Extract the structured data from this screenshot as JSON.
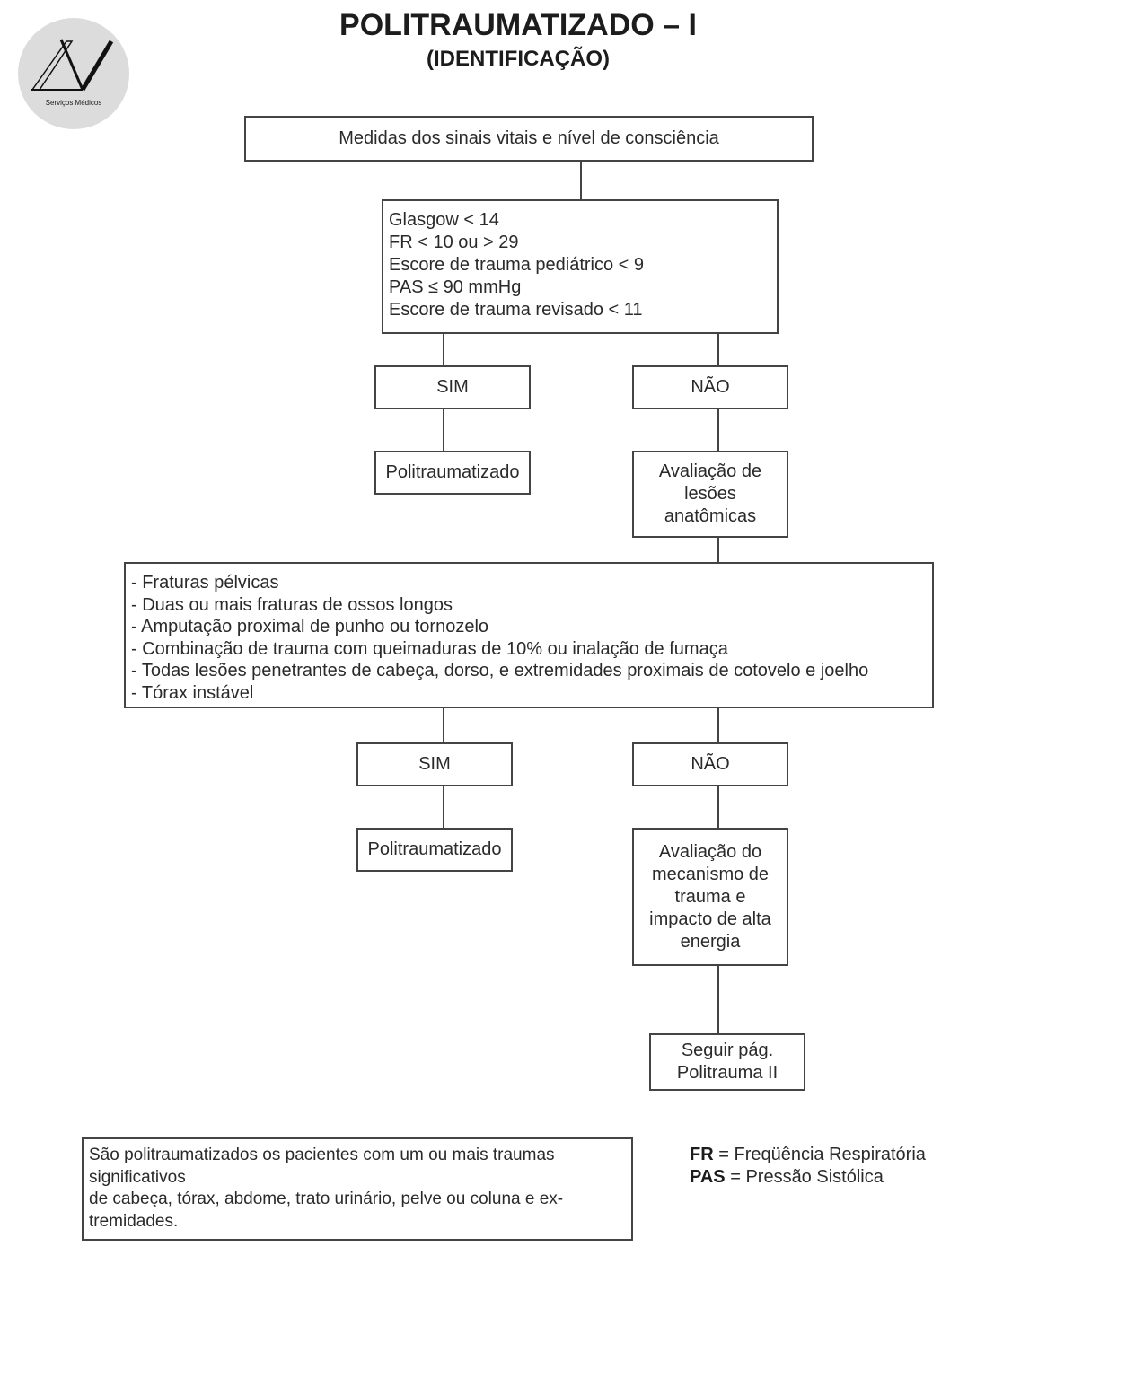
{
  "logo": {
    "caption": "Serviços Médicos"
  },
  "header": {
    "title": "POLITRAUMATIZADO – I",
    "subtitle": "(IDENTIFICAÇÃO)"
  },
  "flow": {
    "step1": "Medidas dos sinais vitais e nível de consciência",
    "criteria1": [
      "Glasgow < 14",
      "FR < 10 ou > 29",
      "Escore de trauma pediátrico < 9",
      "PAS ≤ 90 mmHg",
      "Escore de trauma revisado < 11"
    ],
    "yes1": "SIM",
    "no1": "NÃO",
    "result_yes1": "Politraumatizado",
    "step2": [
      "Avaliação de",
      "lesões",
      "anatômicas"
    ],
    "criteria2": [
      "- Fraturas pélvicas",
      "- Duas ou mais fraturas de ossos longos",
      "- Amputação proximal de punho ou tornozelo",
      "- Combinação de trauma com queimaduras de 10% ou inalação de fumaça",
      "- Todas lesões penetrantes de cabeça, dorso, e extremidades proximais de cotovelo e joelho",
      "- Tórax instável"
    ],
    "yes2": "SIM",
    "no2": "NÃO",
    "result_yes2": "Politraumatizado",
    "step3": [
      "Avaliação do",
      "mecanismo de",
      "trauma e",
      "impacto de alta",
      "energia"
    ],
    "next": [
      "Seguir pág.",
      "Politrauma II"
    ]
  },
  "note": {
    "lines": [
      "São politraumatizados os pacientes com um ou mais traumas",
      "significativos",
      "de cabeça, tórax, abdome, trato urinário, pelve ou coluna e ex-",
      "tremidades."
    ]
  },
  "legend": [
    {
      "abbr": "FR",
      "text": "= Freqüência Respiratória"
    },
    {
      "abbr": "PAS",
      "text": "= Pressão Sistólica"
    }
  ]
}
